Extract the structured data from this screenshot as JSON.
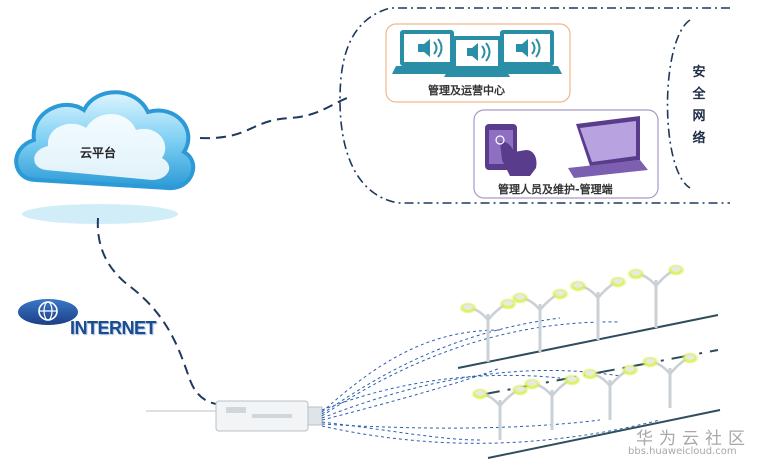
{
  "cloud": {
    "label": "云平台"
  },
  "ops_center": {
    "label": "管理及运营中心"
  },
  "mgmt_terminal": {
    "label": "管理人员及维护-管理端"
  },
  "secure_network": {
    "label": "安全网络"
  },
  "internet": {
    "label": "INTERNET"
  },
  "watermark": {
    "title": "华为云社区",
    "url": "bbs.huaweicloud.com"
  },
  "colors": {
    "link_dash": "#1e3a5f",
    "laptop": "#2a8fa6",
    "purple": "#5a3c8c",
    "lamp_glow": "#d7f05a",
    "pole": "#c9d0d6"
  }
}
